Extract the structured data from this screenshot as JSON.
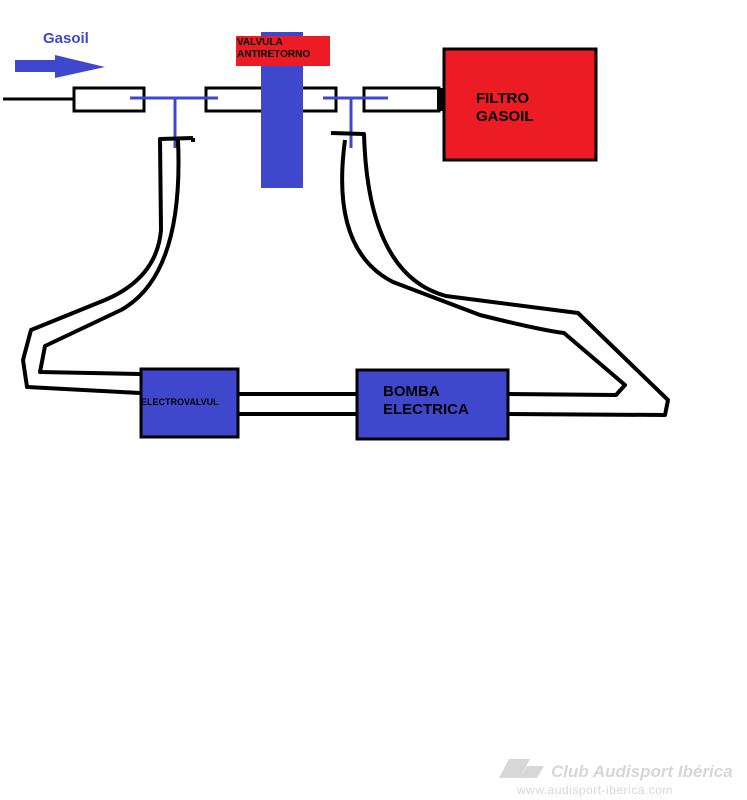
{
  "labels": {
    "flow": "Gasoil",
    "valve": "VALVULA\nANTIRETORNO",
    "filter": "FILTRO\nGASOIL",
    "solenoid": "ELECTROVALVUL",
    "pump": "BOMBA\nELECTRICA"
  },
  "watermark": {
    "name": "Club Audisport Ibérica",
    "url": "www.audisport-iberica.com"
  },
  "colors": {
    "blue": "#3f48cc",
    "red": "#ed1c24",
    "line": "#000000",
    "watermark": "#d7d7d7"
  }
}
